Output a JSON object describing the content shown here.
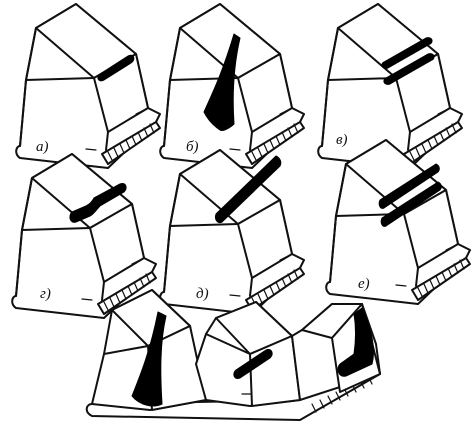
{
  "figure": {
    "panels": [
      {
        "caption": "а)",
        "pattern": "central-patch"
      },
      {
        "caption": "б)",
        "pattern": "root-edge-wedge"
      },
      {
        "caption": "в)",
        "pattern": "double-stripe"
      },
      {
        "caption": "г)",
        "pattern": "stepped-patch"
      },
      {
        "caption": "д)",
        "pattern": "tip-band"
      },
      {
        "caption": "е)",
        "pattern": "double-tip-band"
      }
    ],
    "bottom_group": {
      "patterns": [
        "root-edge-wedge",
        "central-patch",
        "tip-edge-hook"
      ]
    },
    "colors": {
      "ink": "#111111",
      "contact": "#000000",
      "paper": "#ffffff"
    }
  }
}
